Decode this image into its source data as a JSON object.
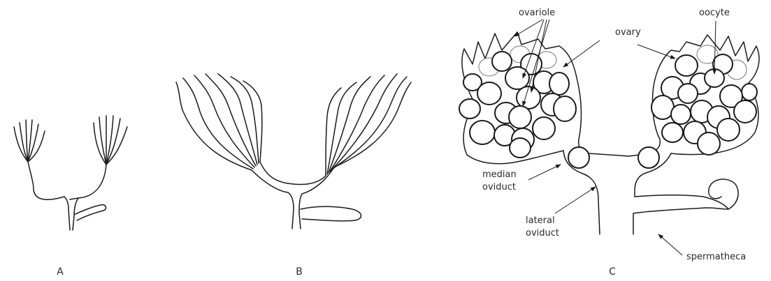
{
  "panels": {
    "a": "A",
    "b": "B",
    "c": "C"
  },
  "labels": {
    "ovariole": "ovariole",
    "ovary": "ovary",
    "oocyte": "oocyte",
    "median_oviduct_1": "median",
    "median_oviduct_2": "oviduct",
    "lateral_oviduct_1": "lateral",
    "lateral_oviduct_2": "oviduct",
    "spermatheca": "spermatheca"
  }
}
